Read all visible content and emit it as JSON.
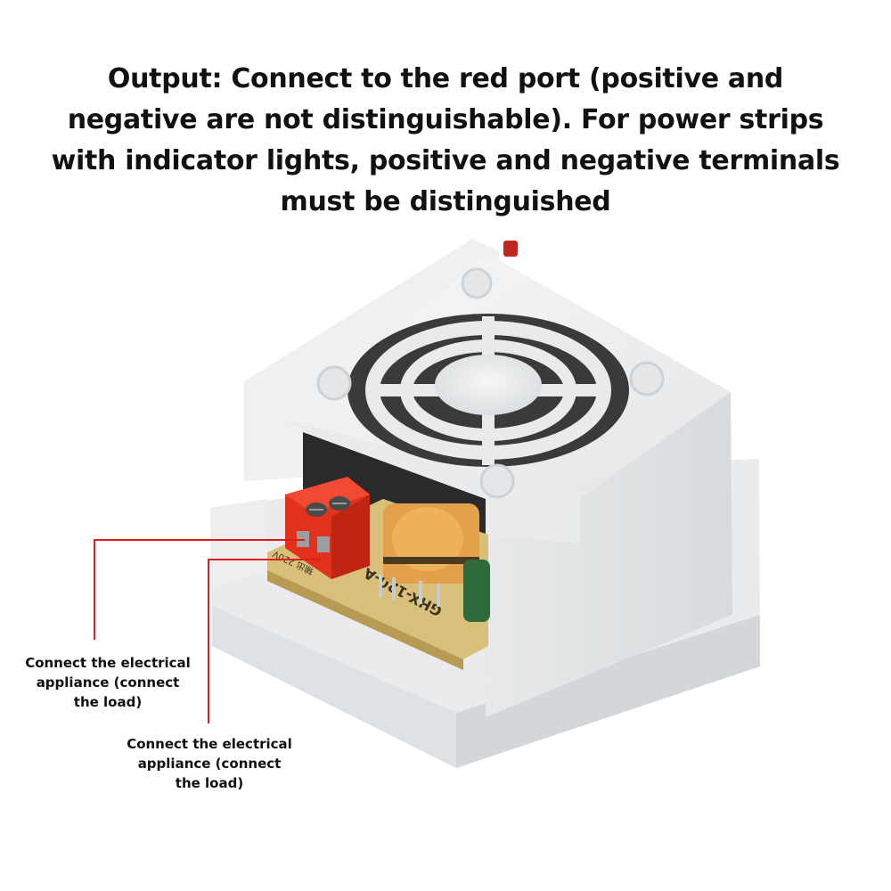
{
  "headline": {
    "lines": [
      "Output: Connect to the red port (positive and",
      "negative are not distinguishable). For power strips",
      "with indicator lights, positive and negative terminals",
      "must be distinguished"
    ]
  },
  "callouts": [
    {
      "lines": [
        "Connect the electrical",
        "appliance (connect",
        "the load)"
      ]
    },
    {
      "lines": [
        "Connect the electrical",
        "appliance (connect",
        "the load)"
      ]
    }
  ],
  "board": {
    "model_text": "GHX-120-A",
    "terminal_text": "输出 220V"
  },
  "colors": {
    "leader_line": "#e01b1b",
    "terminal_block": "#e2321c",
    "housing": "#eef0f1",
    "pcb": "#d9c07a",
    "transformer": "#e2a04a"
  }
}
